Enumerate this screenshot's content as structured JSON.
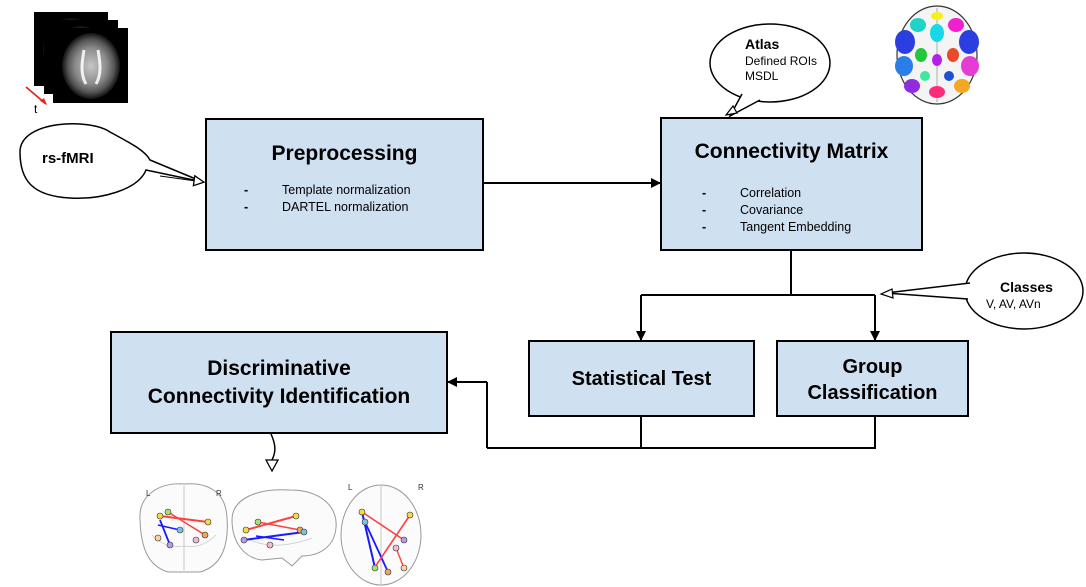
{
  "inputs": {
    "rsfmri_label": "rs-fMRI",
    "time_label": "t"
  },
  "atlas": {
    "title": "Atlas",
    "lines": [
      "Defined ROIs",
      "MSDL"
    ]
  },
  "classes": {
    "title": "Classes",
    "values": "V, AV, AVn"
  },
  "preprocessing": {
    "title": "Preprocessing",
    "items": [
      "Template normalization",
      "DARTEL normalization"
    ]
  },
  "connectivity": {
    "title": "Connectivity Matrix",
    "items": [
      "Correlation",
      "Covariance",
      "Tangent Embedding"
    ]
  },
  "statistical_test": {
    "title": "Statistical Test"
  },
  "group_classification": {
    "title_line1": "Group",
    "title_line2": "Classification"
  },
  "discriminative": {
    "title_line1": "Discriminative",
    "title_line2": "Connectivity Identification"
  },
  "brain_views": {
    "left_label": "L",
    "right_label": "R"
  },
  "colors": {
    "box_fill": "#cfe0f1",
    "edge_red": "#ff4040",
    "edge_blue": "#1a1aff"
  }
}
